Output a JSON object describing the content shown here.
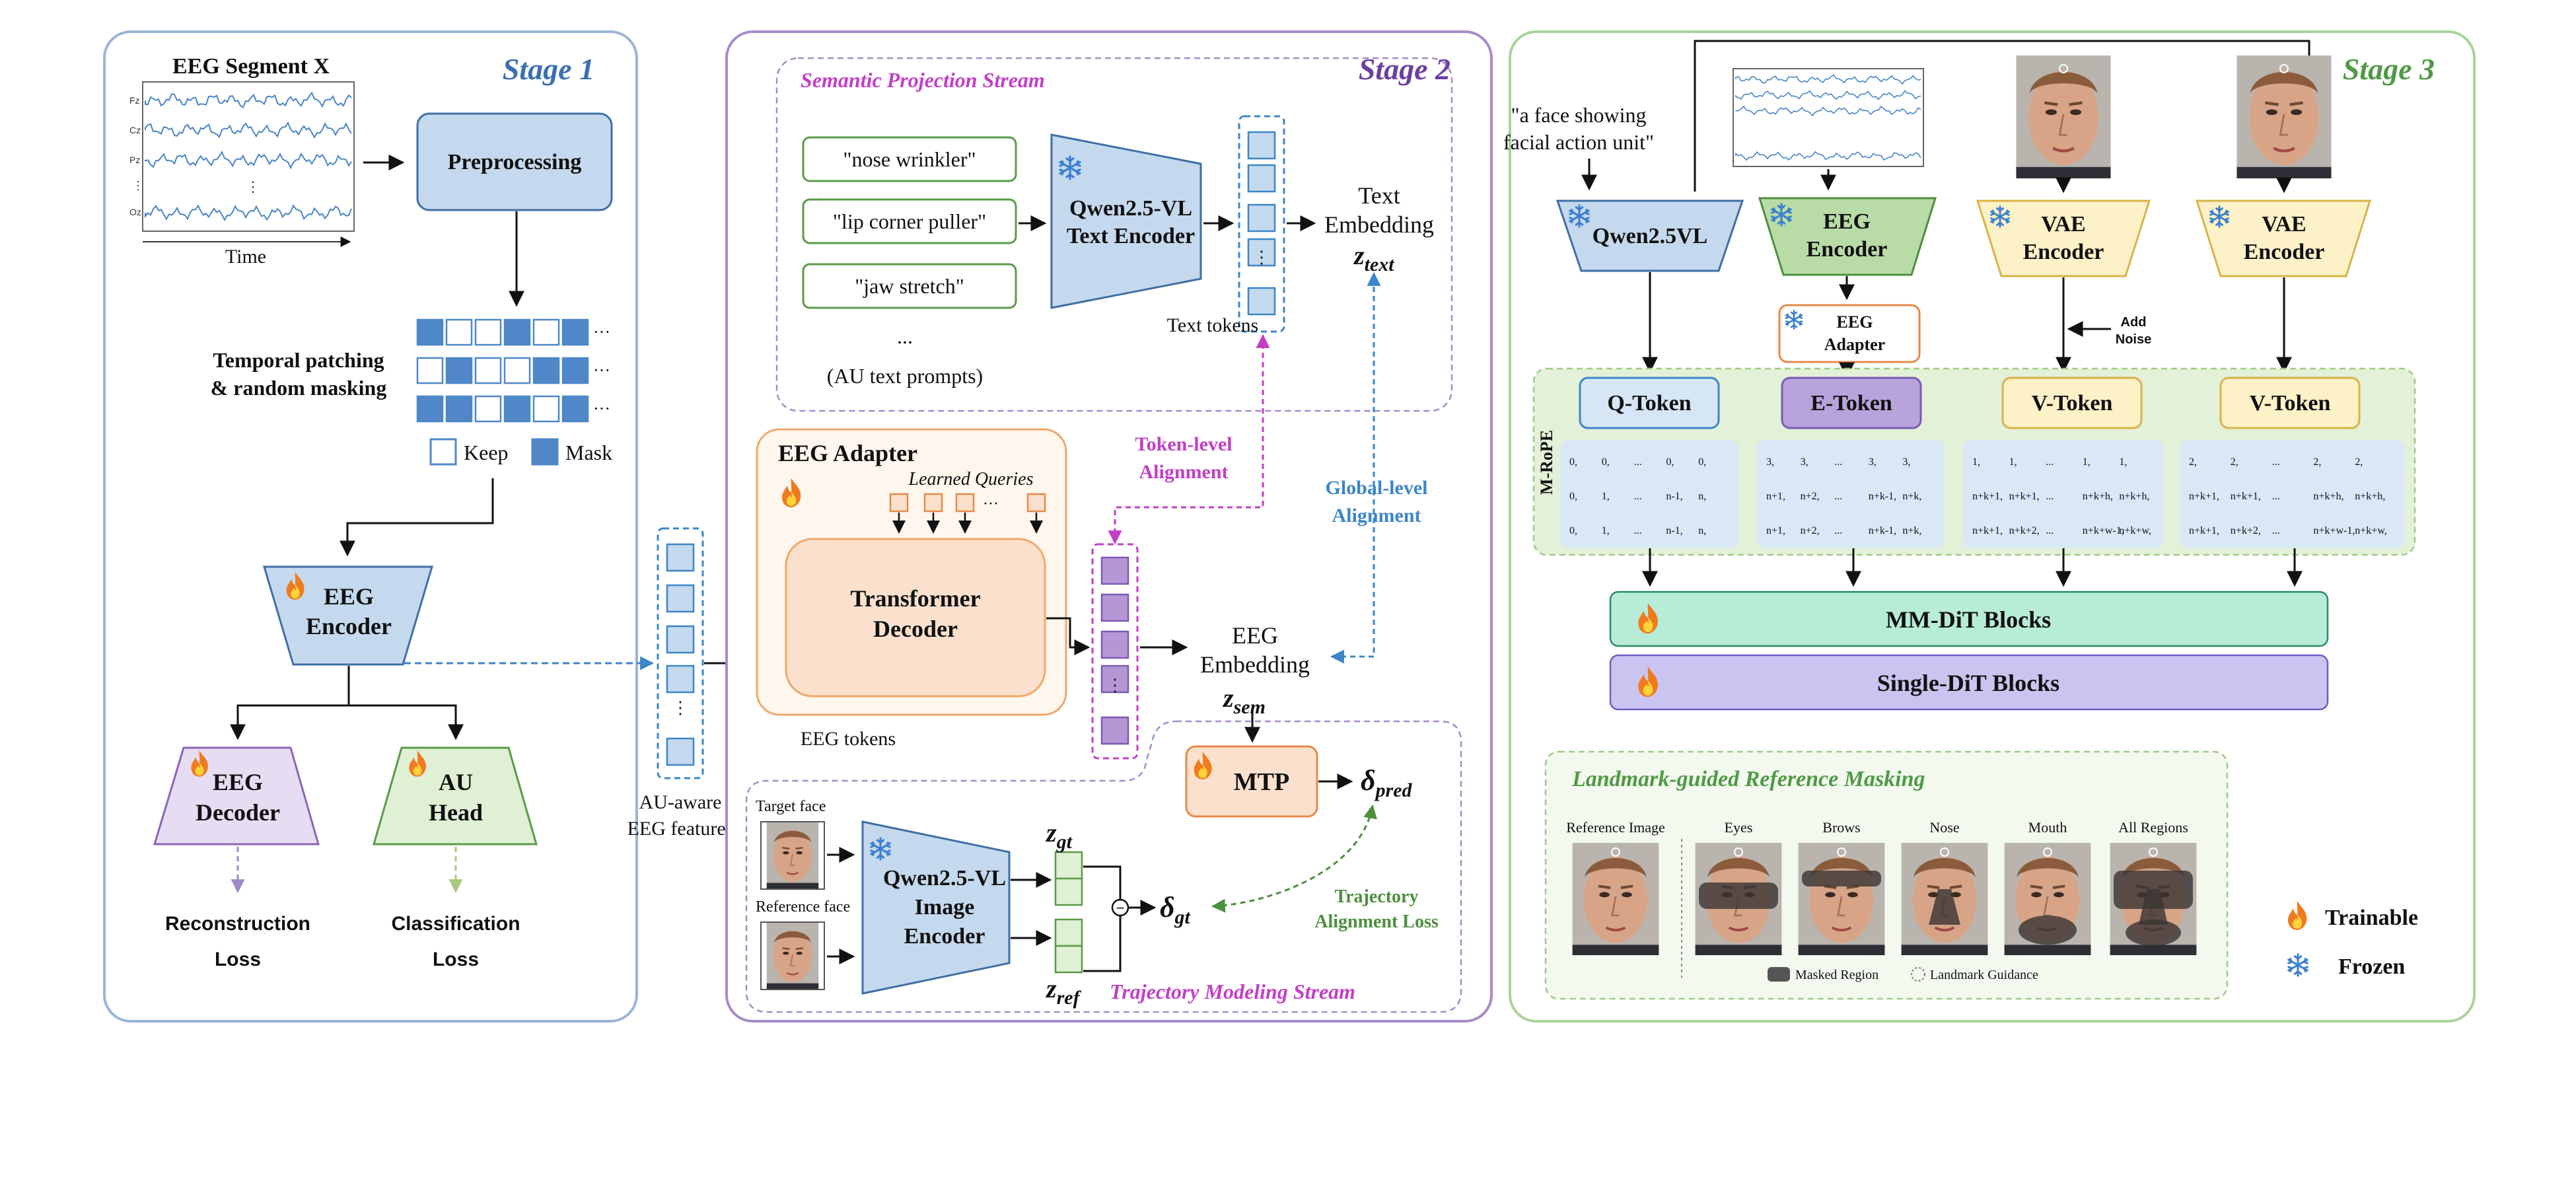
{
  "stage1": {
    "title": "Stage 1",
    "eeg_segment_label": "EEG Segment X",
    "channels": [
      "Fz",
      "Cz",
      "Pz",
      "⋮",
      "Oz"
    ],
    "dots": "⋮",
    "time_label": "Time",
    "preprocessing": "Preprocessing",
    "patching_line1": "Temporal patching",
    "patching_line2": "& random masking",
    "ellipsis": "···",
    "mask_pattern": [
      [
        1,
        0,
        0,
        1,
        0,
        1
      ],
      [
        0,
        1,
        0,
        0,
        1,
        1
      ],
      [
        1,
        1,
        0,
        1,
        0,
        1
      ]
    ],
    "legend_keep": "Keep",
    "legend_mask": "Mask",
    "eeg_encoder_line1": "EEG",
    "eeg_encoder_line2": "Encoder",
    "eeg_decoder_line1": "EEG",
    "eeg_decoder_line2": "Decoder",
    "au_head_line1": "AU",
    "au_head_line2": "Head",
    "recon_loss_line1": "Reconstruction",
    "recon_loss_line2": "Loss",
    "class_loss_line1": "Classification",
    "class_loss_line2": "Loss"
  },
  "middle": {
    "features_line1": "AU-aware",
    "features_line2": "EEG features",
    "vdots": "⋮"
  },
  "stage2": {
    "title": "Stage 2",
    "semantic_stream_title": "Semantic Projection Stream",
    "prompts": [
      "\"nose wrinkler\"",
      "\"lip corner puller\"",
      "\"jaw stretch\""
    ],
    "prompts_ellipsis": "...",
    "prompts_caption": "(AU text prompts)",
    "text_encoder_line1": "Qwen2.5-VL",
    "text_encoder_line2": "Text Encoder",
    "text_tokens_label": "Text tokens",
    "text_embedding_line1": "Text",
    "text_embedding_line2": "Embedding",
    "z_text_base": "z",
    "z_text_sub": "text",
    "adapter_title": "EEG Adapter",
    "learned_queries": "Learned Queries",
    "query_dots": "···",
    "transformer_line1": "Transformer",
    "transformer_line2": "Decoder",
    "eeg_tokens_label": "EEG tokens",
    "token_align_line1": "Token-level",
    "token_align_line2": "Alignment",
    "global_align_line1": "Global-level",
    "global_align_line2": "Alignment",
    "eeg_embedding_line1": "EEG",
    "eeg_embedding_line2": "Embedding",
    "z_sem_base": "z",
    "z_sem_sub": "sem",
    "mtp": "MTP",
    "delta_pred_base": "δ",
    "delta_pred_sub": "pred",
    "traj_stream_title": "Trajectory Modeling Stream",
    "target_face": "Target face",
    "reference_face": "Reference face",
    "image_encoder_line1": "Qwen2.5-VL",
    "image_encoder_line2": "Image",
    "image_encoder_line3": "Encoder",
    "z_gt_base": "z",
    "z_gt_sub": "gt",
    "z_ref_base": "z",
    "z_ref_sub": "ref",
    "minus": "−",
    "delta_gt_base": "δ",
    "delta_gt_sub": "gt",
    "traj_loss_line1": "Trajectory",
    "traj_loss_line2": "Alignment Loss"
  },
  "stage3": {
    "title": "Stage 3",
    "prompt_line1": "\"a face showing",
    "prompt_line2": "facial action unit\"",
    "qwen": "Qwen2.5VL",
    "eeg_encoder_line1": "EEG",
    "eeg_encoder_line2": "Encoder",
    "vae1_line1": "VAE",
    "vae1_line2": "Encoder",
    "vae2_line1": "VAE",
    "vae2_line2": "Encoder",
    "eeg_adapter_line1": "EEG",
    "eeg_adapter_line2": "Adapter",
    "add_noise_line1": "Add",
    "add_noise_line2": "Noise",
    "mrope": "M-RoPE",
    "tokens": [
      "Q-Token",
      "E-Token",
      "V-Token",
      "V-Token"
    ],
    "pos_ids": [
      [
        [
          "0,",
          "0,",
          "...",
          "0,",
          "0,"
        ],
        [
          "0,",
          "1,",
          "...",
          "n-1,",
          "n,"
        ],
        [
          "0,",
          "1,",
          "...",
          "n-1,",
          "n,"
        ]
      ],
      [
        [
          "3,",
          "3,",
          "...",
          "3,",
          "3,"
        ],
        [
          "n+1,",
          "n+2,",
          "...",
          "n+k-1,",
          "n+k,"
        ],
        [
          "n+1,",
          "n+2,",
          "...",
          "n+k-1,",
          "n+k,"
        ]
      ],
      [
        [
          "1,",
          "1,",
          "...",
          "1,",
          "1,"
        ],
        [
          "n+k+1,",
          "n+k+1,",
          "...",
          "n+k+h,",
          "n+k+h,"
        ],
        [
          "n+k+1,",
          "n+k+2,",
          "...",
          "n+k+w-1,",
          "n+k+w,"
        ]
      ],
      [
        [
          "2,",
          "2,",
          "...",
          "2,",
          "2,"
        ],
        [
          "n+k+1,",
          "n+k+1,",
          "...",
          "n+k+h,",
          "n+k+h,"
        ],
        [
          "n+k+1,",
          "n+k+2,",
          "...",
          "n+k+w-1,",
          "n+k+w,"
        ]
      ]
    ],
    "mmdit": "MM-DiT Blocks",
    "singledit": "Single-DiT Blocks",
    "masking_title": "Landmark-guided Reference Masking",
    "mask_labels": [
      "Reference Image",
      "Eyes",
      "Brows",
      "Nose",
      "Mouth",
      "All Regions"
    ],
    "masked_region": "Masked Region",
    "landmark_guidance": "Landmark Guidance",
    "legend_trainable": "Trainable",
    "legend_frozen": "Frozen"
  },
  "colors": {
    "stage1_border": "#9bb4d8",
    "stage2_border": "#a58cc8",
    "stage3_border": "#a8d39a",
    "stage1_title": "#3b6fb3",
    "stage2_title": "#6b3fa0",
    "stage3_title": "#4f9a45",
    "block_blue": "#c5d9ee",
    "mask_blue": "#4f87c8",
    "purple_fill": "#e7ddf3",
    "green_fill": "#dff0d4",
    "orange_fill": "#fbe1cd",
    "yellow_fill": "#fdf1c7",
    "teal_fill": "#b7ecd6",
    "lavender_fill": "#c9c5f0",
    "magenta": "#c23fc5",
    "link_blue": "#3c86c7",
    "loss_green": "#4c8f3e"
  }
}
